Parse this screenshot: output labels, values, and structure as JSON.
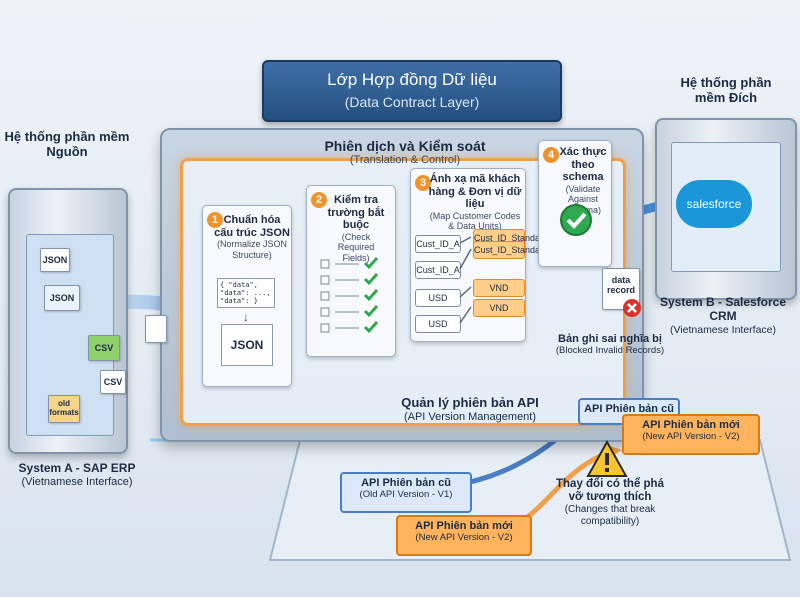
{
  "title": {
    "vn": "Lớp Hợp đồng Dữ liệu",
    "en": "(Data Contract Layer)"
  },
  "translation": {
    "vn": "Phiên dịch và Kiểm soát",
    "en": "(Translation & Control)"
  },
  "source": {
    "heading": "Hệ thống phần mềm Nguồn",
    "name": "System A - SAP ERP",
    "iface": "(Vietnamese Interface)",
    "files": [
      "JSON",
      "JSON",
      "CSV",
      "CSV",
      "old formats"
    ]
  },
  "target": {
    "heading": "Hệ thống phần mềm Đích",
    "name": "System B - Salesforce CRM",
    "iface": "(Vietnamese Interface)",
    "logo": "salesforce"
  },
  "steps": [
    {
      "num": "1",
      "vn": "Chuẩn hóa cấu trúc JSON",
      "en": "(Normalize JSON Structure)",
      "code": "{ \"data\", \"data\": ..., \"data\": }",
      "out": "JSON"
    },
    {
      "num": "2",
      "vn": "Kiểm tra trường bắt buộc",
      "en": "(Check Required Fields)"
    },
    {
      "num": "3",
      "vn": "Ánh xạ mã khách hàng & Đơn vị dữ liệu",
      "en": "(Map Customer Codes & Data Units)",
      "mappings": [
        {
          "from": "Cust_ID_A",
          "to": "Cust_ID_Standard"
        },
        {
          "from": "Cust_ID_A",
          "to": "Cust_ID_Standard"
        },
        {
          "from": "USD",
          "to": "VND"
        },
        {
          "from": "USD",
          "to": "VND"
        }
      ]
    },
    {
      "num": "4",
      "vn": "Xác thực theo schema",
      "en": "(Validate Against Schema)"
    }
  ],
  "blocked": {
    "record": "data record",
    "vn": "Bản ghi sai nghĩa bị",
    "en": "(Blocked Invalid Records)"
  },
  "api": {
    "vn": "Quản lý phiên bản API",
    "en": "(API Version Management)",
    "old_vn": "API Phiên bản cũ",
    "old_en": "(Old API Version - V1)",
    "new_vn": "API Phiên bản mới",
    "new_en": "(New API Version - V2)",
    "top_old": "API Phiên bản cũ",
    "top_new_vn": "API Phiên bản mới",
    "top_new_en": "(New API Version - V2)",
    "warn_vn": "Thay đổi có thể phá vỡ tương thích",
    "warn_en": "(Changes that break compatibility)"
  },
  "colors": {
    "accent": "#f0a04b",
    "navy": "#24507f",
    "green": "#2fa84f",
    "red": "#d9342b"
  }
}
